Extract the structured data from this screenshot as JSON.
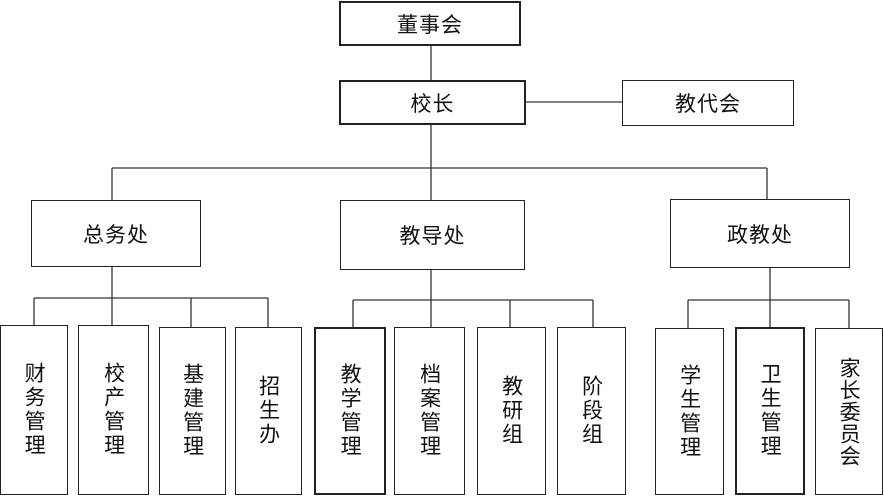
{
  "chart": {
    "board": "董事会",
    "principal": "校长",
    "staff_congress": "教代会",
    "departments": {
      "general_affairs": {
        "label": "总务处",
        "units": [
          "财务管理",
          "校产管理",
          "基建管理",
          "招生办"
        ]
      },
      "academic_affairs": {
        "label": "教导处",
        "units": [
          "教学管理",
          "档案管理",
          "教研组",
          "阶段组"
        ]
      },
      "political_education": {
        "label": "政教处",
        "units": [
          "学生管理",
          "卫生管理",
          "家长委员会"
        ]
      }
    }
  }
}
